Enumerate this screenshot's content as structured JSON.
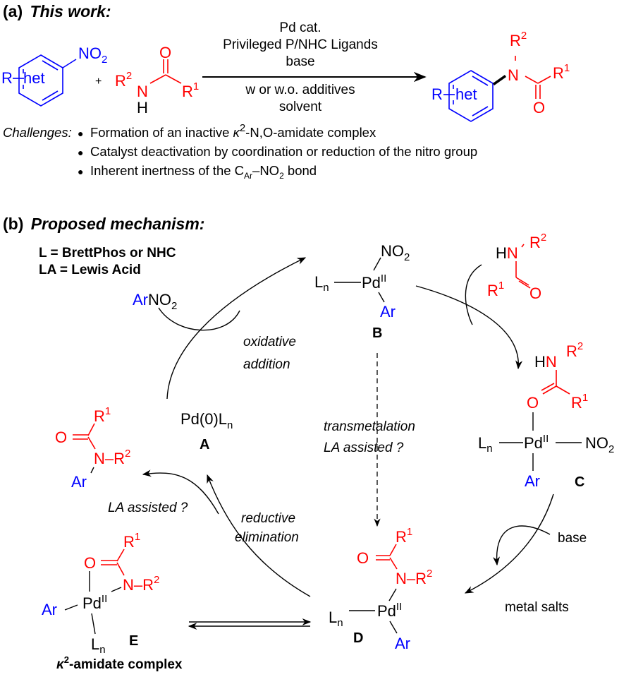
{
  "part_a": {
    "heading_label": "(a)",
    "heading_title": "This work:",
    "reactant_nitroarene": {
      "R": "R",
      "het": "het",
      "group": "NO",
      "group_sub": "2"
    },
    "plus": "+",
    "reactant_amide": {
      "R2": "R",
      "R2_sup": "2",
      "N": "N",
      "H": "H",
      "O": "O",
      "R1": "R",
      "R1_sup": "1"
    },
    "conditions_above": [
      "Pd cat.",
      "Privileged P/NHC Ligands",
      "base"
    ],
    "conditions_below": [
      "w or w.o. additives",
      "solvent"
    ],
    "product": {
      "R": "R",
      "het": "het",
      "N": "N",
      "R2": "R",
      "R2_sup": "2",
      "R1": "R",
      "R1_sup": "1",
      "O": "O"
    },
    "challenges_label": "Challenges:",
    "challenges": [
      {
        "pre": "Formation of an inactive ",
        "kappa": "κ",
        "kappa_sup": "2",
        "post": "-N,O-amidate complex"
      },
      {
        "text": "Catalyst deactivation by coordination or reduction of the nitro group"
      },
      {
        "pre": "Inherent inertness of the C",
        "sub": "Ar",
        "mid": "–NO",
        "sub2": "2",
        "post": " bond"
      }
    ],
    "bullet": "●"
  },
  "part_b": {
    "heading_label": "(b)",
    "heading_title": "Proposed mechanism:",
    "legend": [
      "L = BrettPhos or NHC",
      "LA = Lewis Acid"
    ],
    "substrate_arno2": {
      "Ar": "Ar",
      "NO": "NO",
      "sub": "2"
    },
    "amide_reagent": {
      "H": "H",
      "N": "N",
      "R2": "R",
      "R2_sup": "2",
      "R1": "R",
      "R1_sup": "1",
      "O": "O"
    },
    "step_labels": {
      "oxidative": "oxidative",
      "addition": "addition",
      "transmetalation": "transmetalation",
      "la_assisted": "LA assisted ?",
      "reductive": "reductive",
      "elimination": "elimination",
      "la_assisted_product": "LA assisted ?"
    },
    "complex_A": {
      "formula": "Pd(0)L",
      "sub": "n",
      "label": "A"
    },
    "complex_B": {
      "L": "L",
      "Lsub": "n",
      "Pd": "Pd",
      "ox": "II",
      "NO": "NO",
      "NOsub": "2",
      "Ar": "Ar",
      "label": "B"
    },
    "complex_C": {
      "H": "H",
      "N": "N",
      "R2": "R",
      "R2_sup": "2",
      "O": "O",
      "R1": "R",
      "R1_sup": "1",
      "L": "L",
      "Lsub": "n",
      "Pd": "Pd",
      "ox": "II",
      "NO": "NO",
      "NOsub": "2",
      "Ar": "Ar",
      "label": "C"
    },
    "complex_D": {
      "R1": "R",
      "R1_sup": "1",
      "O": "O",
      "N": "N",
      "dash": "–",
      "R2": "R",
      "R2_sup": "2",
      "L": "L",
      "Lsub": "n",
      "Pd": "Pd",
      "ox": "II",
      "Ar": "Ar",
      "label": "D"
    },
    "complex_E": {
      "R1": "R",
      "R1_sup": "1",
      "O": "O",
      "N": "N",
      "dash": "–",
      "R2": "R",
      "R2_sup": "2",
      "Ar": "Ar",
      "Pd": "Pd",
      "ox": "II",
      "L": "L",
      "Lsub": "n",
      "label": "E",
      "caption_kappa": "κ",
      "caption_sup": "2",
      "caption_post": "-amidate complex"
    },
    "product": {
      "R1": "R",
      "R1_sup": "1",
      "O": "O",
      "N": "N",
      "dash": "–",
      "R2": "R",
      "R2_sup": "2",
      "Ar": "Ar"
    },
    "base": "base",
    "metal_salts": "metal salts"
  },
  "colors": {
    "reagent_red": "#ff0000",
    "aryl_blue": "#0000ff",
    "text": "#000000"
  }
}
